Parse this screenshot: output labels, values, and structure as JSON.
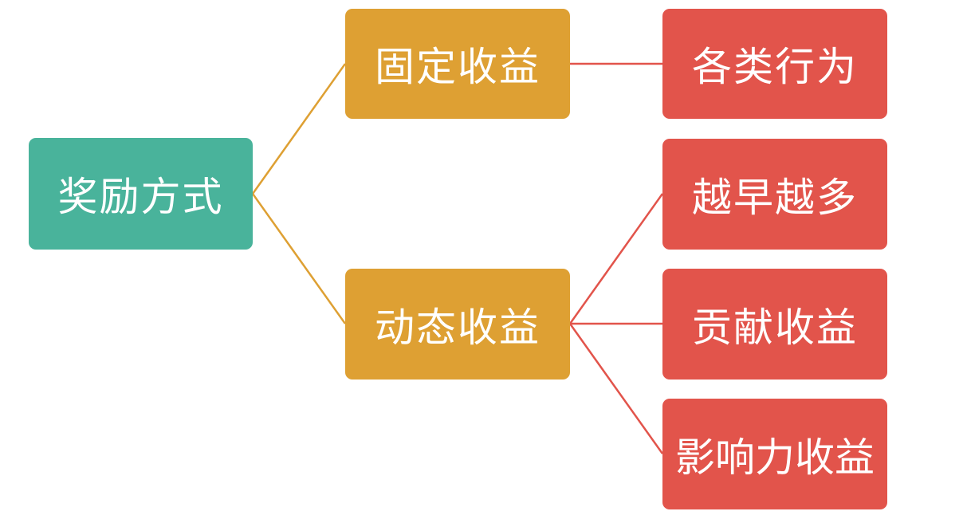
{
  "colors": {
    "root": "#49b39b",
    "middle": "#dea033",
    "leaf": "#e2544b",
    "middle_connector": "#dea033",
    "leaf_connector": "#e2544b"
  },
  "root": {
    "label": "奖励方式"
  },
  "middle": [
    {
      "label": "固定收益"
    },
    {
      "label": "动态收益"
    }
  ],
  "leaves": [
    {
      "label": "各类行为"
    },
    {
      "label": "越早越多"
    },
    {
      "label": "贡献收益"
    },
    {
      "label": "影响力收益"
    }
  ]
}
